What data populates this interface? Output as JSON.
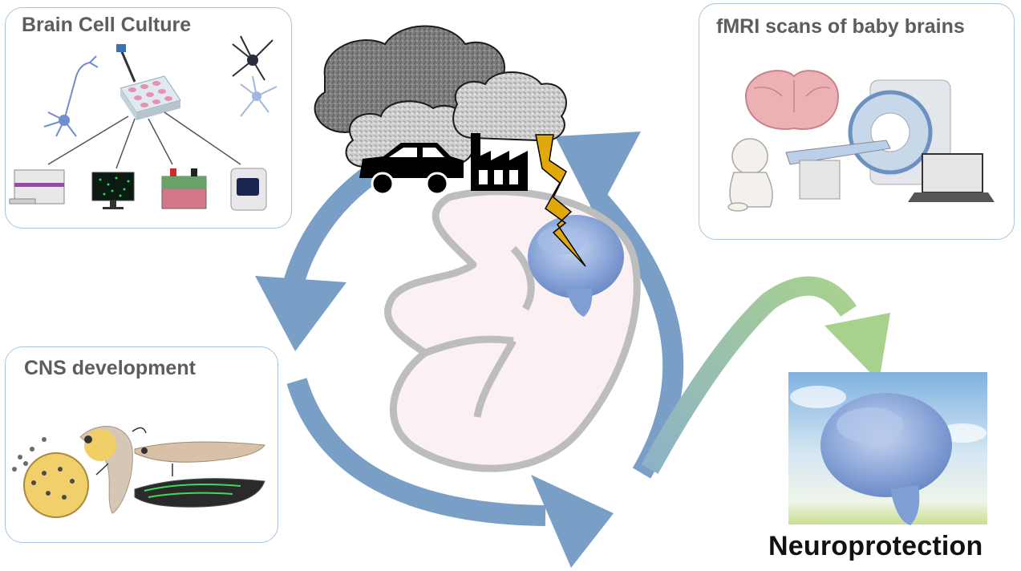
{
  "panels": {
    "brain_cell_culture": {
      "title": "Brain Cell Culture"
    },
    "fmri": {
      "title": "fMRI scans of baby brains"
    },
    "cns": {
      "title": "CNS development"
    }
  },
  "outcome": {
    "label": "Neuroprotection"
  },
  "colors": {
    "cycle_arrow": "#7a9fc6",
    "panel_border": "#a9c4de",
    "brain": "#7f9ed4",
    "fetus_outline": "#bdbdbd",
    "green_arrow": "#a8cf8f",
    "lightning": "#e1a80b"
  },
  "icons": [
    "pollution-clouds-icon",
    "car-icon",
    "factory-icon",
    "lightning-icon",
    "fetus-icon",
    "brain-icon",
    "neuron-icon",
    "well-plate-icon",
    "plate-reader-icon",
    "microscope-monitor-icon",
    "gel-box-icon",
    "sequencer-icon",
    "baby-icon",
    "mri-scanner-icon",
    "laptop-icon",
    "zebrafish-embryo-icon",
    "zebrafish-larva-icon",
    "sky-image"
  ]
}
